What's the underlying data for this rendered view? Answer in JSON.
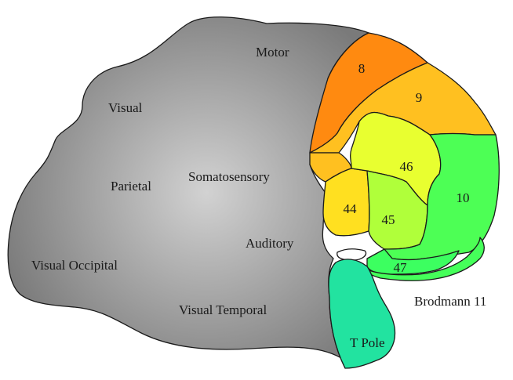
{
  "regions": {
    "brain": {
      "color_center": "#d2d2d2",
      "color_edge": "#7a7a7a"
    },
    "area_8": {
      "label": "8",
      "color": "#ff8a10"
    },
    "area_9": {
      "label": "9",
      "color": "#ffc020"
    },
    "area_44": {
      "label": "44",
      "color": "#ffe020"
    },
    "area_46": {
      "label": "46",
      "color": "#e8ff30"
    },
    "area_45": {
      "label": "45",
      "color": "#b0ff3a"
    },
    "area_10": {
      "label": "10",
      "color": "#4dff55"
    },
    "area_47": {
      "label": "47",
      "color": "#3cff60"
    },
    "area_11": {
      "color": "#45ff5a"
    },
    "temporal_pole": {
      "color": "#22e3a0"
    }
  },
  "labels": {
    "motor": "Motor",
    "visual": "Visual",
    "parietal": "Parietal",
    "somatosensory": "Somatosensory",
    "auditory": "Auditory",
    "visual_occipital": "Visual Occipital",
    "visual_temporal": "Visual Temporal",
    "t_pole": "T Pole",
    "brodmann_11": "Brodmann 11"
  }
}
